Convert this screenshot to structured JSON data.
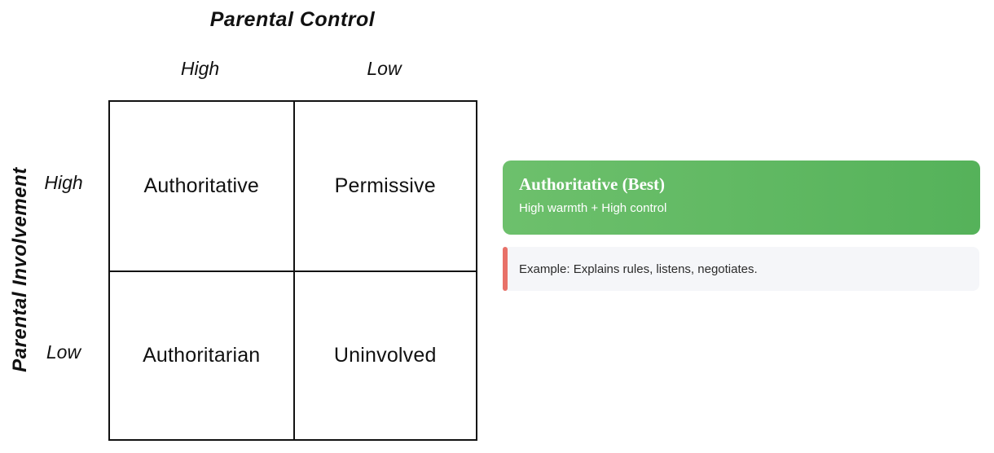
{
  "diagram": {
    "col_axis_title": "Parental Control",
    "col_labels": [
      "High",
      "Low"
    ],
    "row_axis_title": "Parental Involvement",
    "row_labels": [
      "High",
      "Low"
    ],
    "cells": [
      [
        "Authoritative",
        "Permissive"
      ],
      [
        "Authoritarian",
        "Uninvolved"
      ]
    ]
  },
  "detail_panel": {
    "highlight_card": {
      "title": "Authoritative (Best)",
      "subtitle": "High warmth + High control"
    },
    "example_card": {
      "text": "Example: Explains rules, listens, negotiates."
    }
  },
  "colors": {
    "card-gradient-start": "#6dc06c",
    "card-gradient-end": "#55b25a",
    "card-text": "#ffffff",
    "example-accent": "#e87168",
    "example-bg": "#f5f6f9",
    "grid-line": "#111111",
    "text": "#111111"
  }
}
